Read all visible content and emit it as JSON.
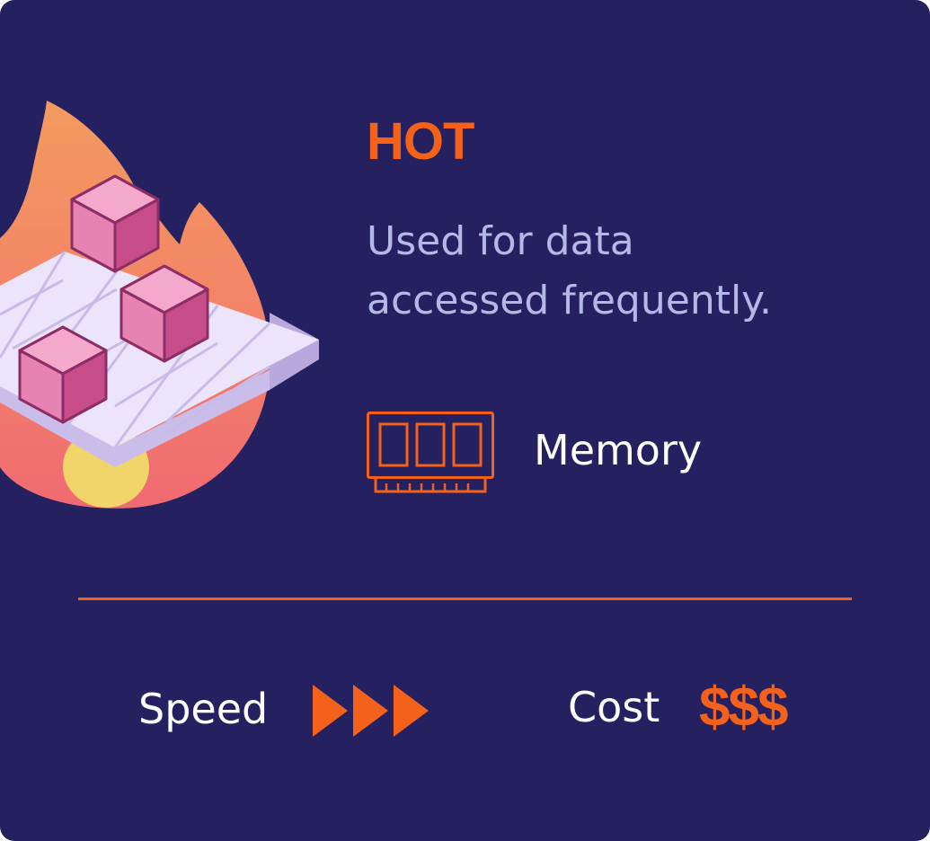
{
  "tier": {
    "title": "HOT",
    "description_line1": "Used for data",
    "description_line2": "accessed frequently.",
    "storage_label": "Memory",
    "storage_icon": "memory-chip-icon",
    "illustration": "flame-data-blocks-illustration"
  },
  "metrics": {
    "speed_label": "Speed",
    "speed_rating": 3,
    "speed_max": 3,
    "speed_icon": "fast-forward-arrows-icon",
    "cost_label": "Cost",
    "cost_value": "$$$"
  },
  "colors": {
    "background": "#252060",
    "accent": "#f4611b",
    "description_text": "#b3b8e6",
    "text": "#ffffff"
  }
}
